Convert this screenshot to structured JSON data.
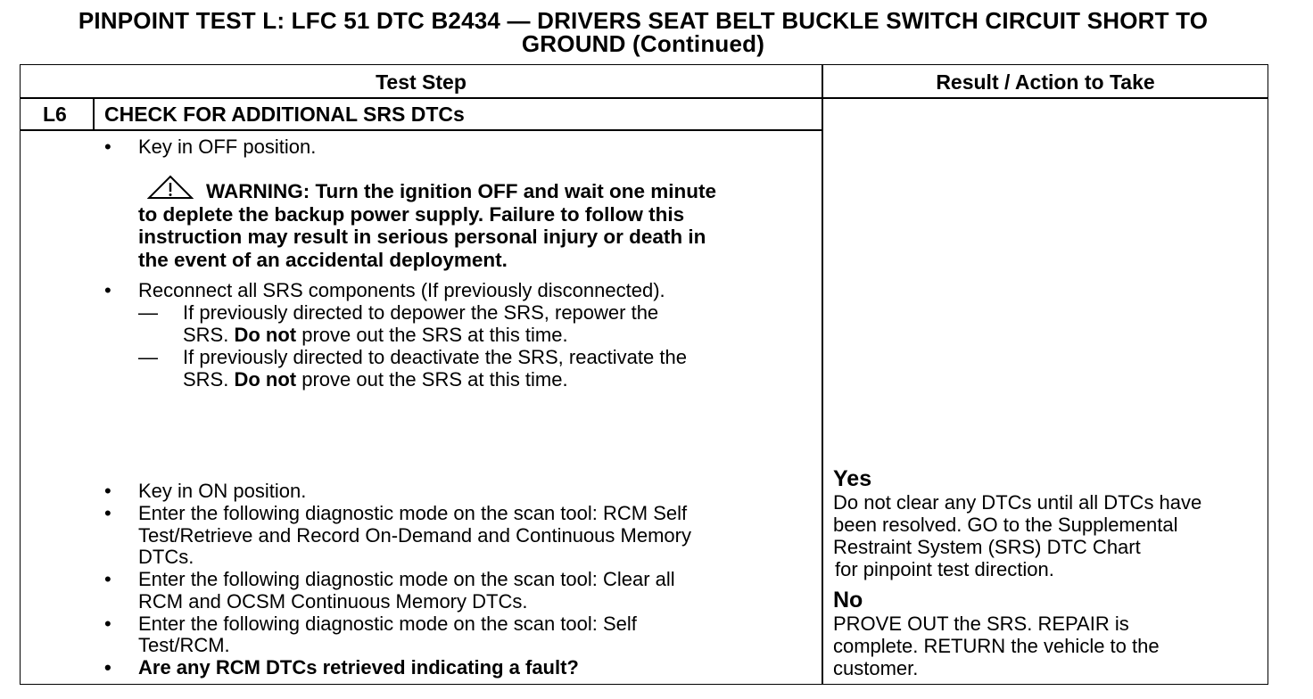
{
  "title": {
    "line1": "PINPOINT TEST  L: LFC 51 DTC B2434 — DRIVERS SEAT BELT BUCKLE SWITCH CIRCUIT SHORT TO",
    "line2": "GROUND (Continued)"
  },
  "table": {
    "col_test_step": "Test Step",
    "col_result": "Result / Action to Take",
    "step_id": "L6",
    "step_title": "CHECK FOR ADDITIONAL SRS DTCs"
  },
  "steps": {
    "key_off": "Key in OFF position.",
    "warning": {
      "lead": "WARNING: Turn the ignition OFF and wait one minute",
      "l2": "to deplete the backup power supply. Failure to follow this",
      "l3": "instruction may result in serious personal injury or death in",
      "l4": "the event of an accidental deployment."
    },
    "reconnect": "Reconnect all SRS components (If previously disconnected).",
    "depower": {
      "l1": "If previously directed to depower the SRS, repower the",
      "l2a": "SRS. ",
      "l2b": "Do not",
      "l2c": " prove out the SRS at this time."
    },
    "deactivate": {
      "l1": "If previously directed to deactivate the SRS, reactivate the",
      "l2a": "SRS. ",
      "l2b": "Do not",
      "l2c": " prove out the SRS at this time."
    },
    "key_on": "Key in ON position.",
    "rcm_self": {
      "l1": "Enter the following diagnostic mode on the scan tool: RCM Self",
      "l2": "Test/Retrieve and Record On-Demand and Continuous Memory",
      "l3": "DTCs."
    },
    "clear_all": {
      "l1": "Enter the following diagnostic mode on the scan tool: Clear all",
      "l2": "RCM and OCSM Continuous Memory DTCs."
    },
    "self_test": {
      "l1": "Enter the following diagnostic mode on the scan tool: Self",
      "l2": "Test/RCM."
    },
    "question": "Are any RCM DTCs retrieved indicating a fault?"
  },
  "results": {
    "yes_label": "Yes",
    "yes": {
      "l1": "Do not clear any DTCs until all DTCs have",
      "l2": "been resolved. GO to the Supplemental",
      "l3": "Restraint System (SRS) DTC Chart",
      "l4": "for pinpoint test direction."
    },
    "no_label": "No",
    "no": {
      "l1": "PROVE OUT the SRS. REPAIR is",
      "l2": "complete. RETURN the vehicle to the",
      "l3": "customer."
    }
  },
  "icons": {
    "warning": "warning-triangle-icon",
    "bullet": "bullet-dot",
    "dash": "em-dash"
  }
}
